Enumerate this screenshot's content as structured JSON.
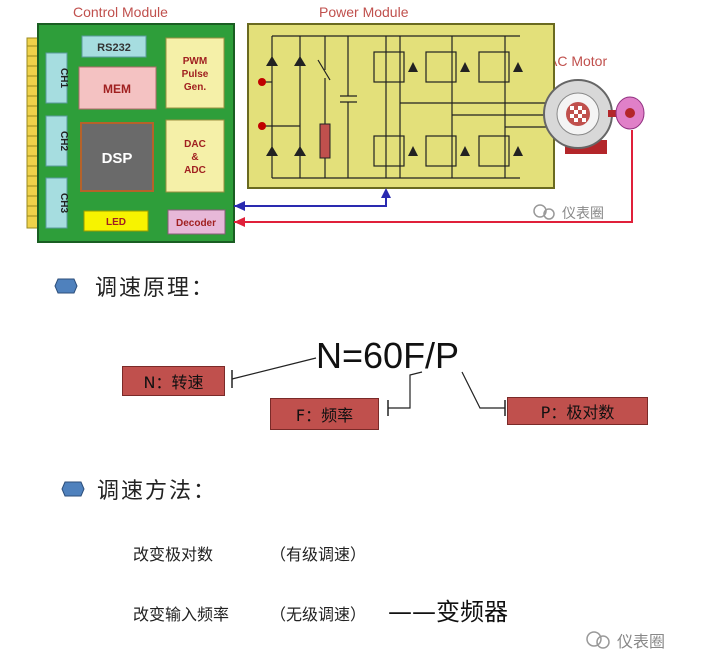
{
  "diagram": {
    "control_module": {
      "title": "Control Module",
      "rs232": "RS232",
      "mem": "MEM",
      "dsp": "DSP",
      "pwm": [
        "PWM",
        "Pulse",
        "Gen."
      ],
      "dac": [
        "DAC",
        "&",
        "ADC"
      ],
      "led": "LED",
      "decoder": "Decoder",
      "ch": [
        "CH1",
        "CH2",
        "CH3"
      ]
    },
    "power_module": {
      "title": "Power Module"
    },
    "motor": {
      "title": "AC Motor"
    },
    "watermark": "仪表圈"
  },
  "section1": {
    "heading": "调速原理：",
    "formula": "N=60F/P",
    "labels": {
      "n": "N：转速",
      "f": "F：频率",
      "p": "P：极对数"
    }
  },
  "section2": {
    "heading": "调速方法：",
    "methods": [
      {
        "text": "改变极对数",
        "note": "（有级调速）",
        "suffix": ""
      },
      {
        "text": "改变输入频率",
        "note": "（无级调速）",
        "suffix": "——变频器"
      }
    ]
  },
  "watermark_bottom": "仪表圈",
  "colors": {
    "board_green": "#2e9e3a",
    "power_yellow": "#e3e07a",
    "red_box": "#c0504d",
    "bullet_blue": "#4f81bd"
  }
}
